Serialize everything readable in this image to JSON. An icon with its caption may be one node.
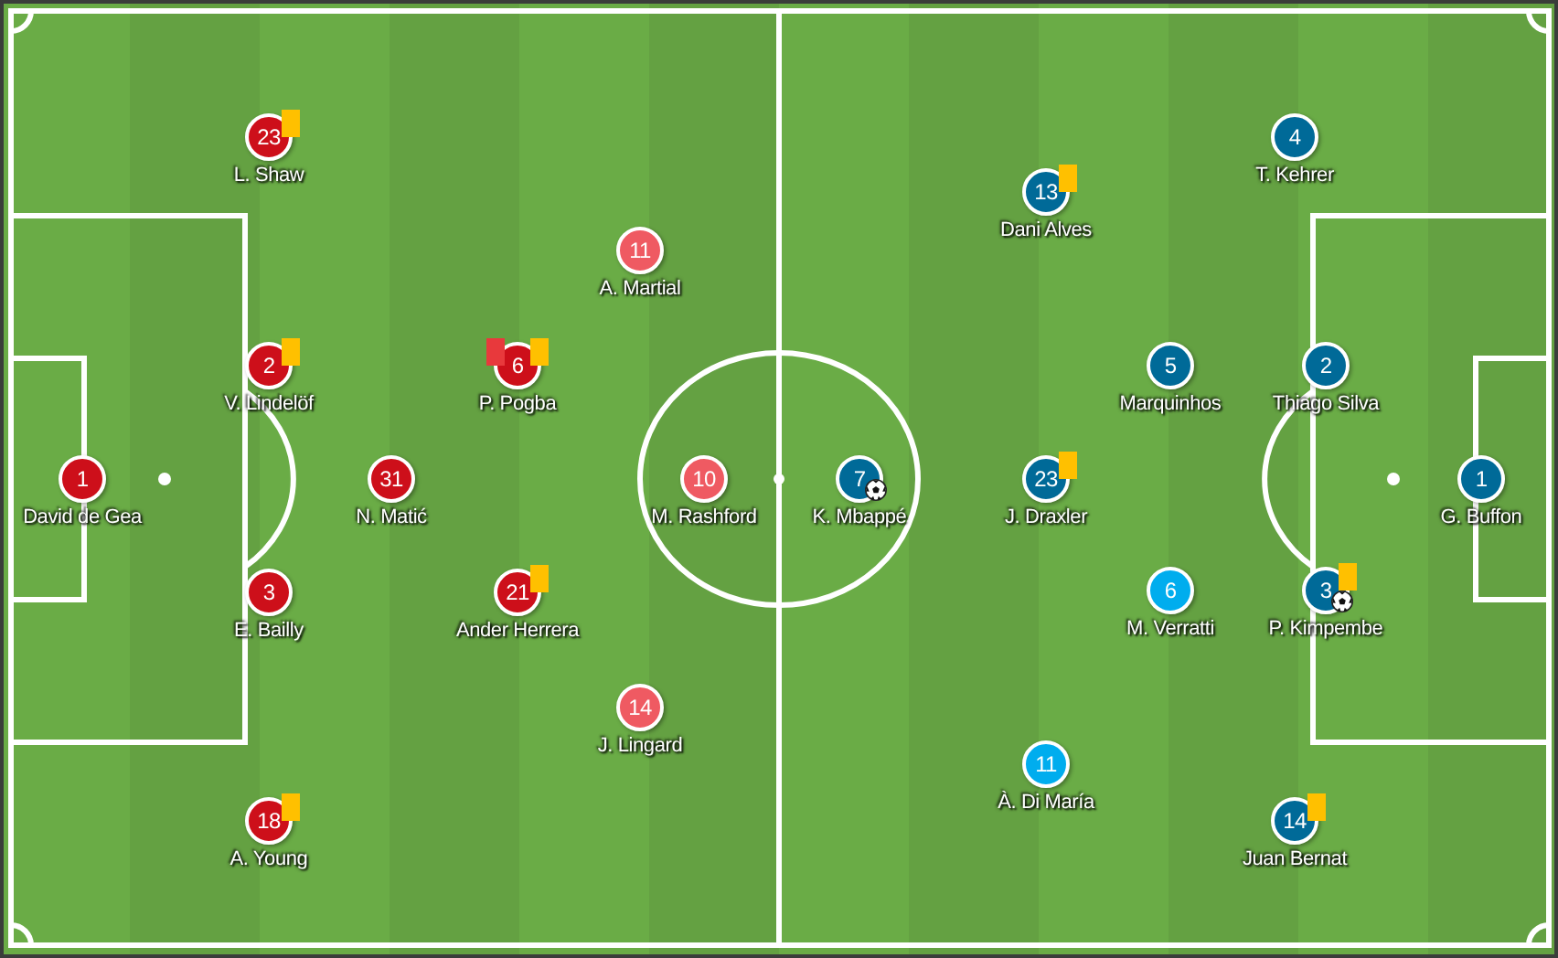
{
  "diagram": {
    "nodes": [
      {
        "text": [
          "1"
        ],
        "beside": [
          "David de Gea"
        ]
      },
      {
        "text": [
          "23"
        ],
        "beside": [
          "L. Shaw"
        ]
      },
      {
        "text": [
          "2"
        ],
        "beside": [
          "V. Lindelöf"
        ]
      },
      {
        "text": [
          "3"
        ],
        "beside": [
          "E. Bailly"
        ]
      },
      {
        "text": [
          "18"
        ],
        "beside": [
          "A. Young"
        ]
      },
      {
        "text": [
          "31"
        ],
        "beside": [
          "N. Matić"
        ]
      },
      {
        "text": [
          "6"
        ],
        "beside": [
          "P. Pogba"
        ]
      },
      {
        "text": [
          "21"
        ],
        "beside": [
          "Ander Herrera"
        ]
      },
      {
        "text": [
          "11"
        ],
        "beside": [
          "A. Martial"
        ]
      },
      {
        "text": [
          "10"
        ],
        "beside": [
          "M. Rashford"
        ]
      },
      {
        "text": [
          "14"
        ],
        "beside": [
          "J. Lingard"
        ]
      },
      {
        "text": [
          "7"
        ],
        "beside": [
          "K. Mbappé"
        ]
      },
      {
        "text": [
          "13"
        ],
        "beside": [
          "Dani Alves"
        ]
      },
      {
        "text": [
          "23"
        ],
        "beside": [
          "J. Draxler"
        ]
      },
      {
        "text": [
          "11"
        ],
        "beside": [
          "À. Di María"
        ]
      },
      {
        "text": [
          "5"
        ],
        "beside": [
          "Marquinhos"
        ]
      },
      {
        "text": [
          "6"
        ],
        "beside": [
          "M. Verratti"
        ]
      },
      {
        "text": [
          "4"
        ],
        "beside": [
          "T. Kehrer"
        ]
      },
      {
        "text": [
          "14"
        ],
        "beside": [
          "Juan Bernat"
        ]
      },
      {
        "text": [
          "2"
        ],
        "beside": [
          "Thiago Silva"
        ]
      },
      {
        "text": [
          "3"
        ],
        "beside": [
          "P. Kimpembe"
        ]
      },
      {
        "text": [
          "1"
        ],
        "beside": [
          "G. Buffon"
        ]
      }
    ]
  }
}
